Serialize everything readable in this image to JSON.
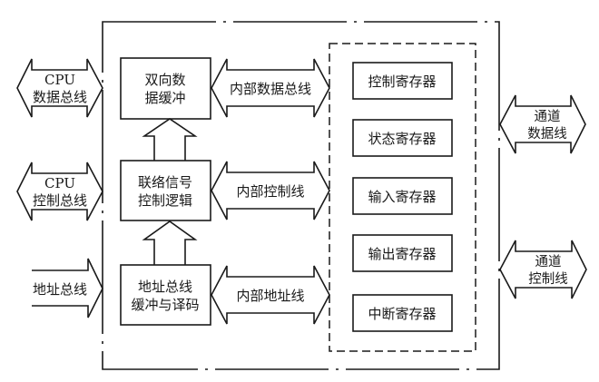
{
  "diagram": {
    "title": "",
    "outer_frame": {
      "style": "dash-dot"
    },
    "register_group": {
      "style": "dashed"
    },
    "external_buses": [
      {
        "id": "cpu-data-bus",
        "lines": [
          "CPU",
          "数据总线"
        ],
        "direction": "bidirectional"
      },
      {
        "id": "cpu-control-bus",
        "lines": [
          "CPU",
          "控制总线"
        ],
        "direction": "bidirectional"
      },
      {
        "id": "address-bus",
        "lines": [
          "地址总线"
        ],
        "direction": "inbound"
      }
    ],
    "internal_blocks": [
      {
        "id": "bidirectional-data-buffer",
        "lines": [
          "双向数",
          "据缓冲"
        ]
      },
      {
        "id": "link-signal-control-logic",
        "lines": [
          "联络信号",
          "控制逻辑"
        ]
      },
      {
        "id": "address-bus-buffer-decoder",
        "lines": [
          "地址总线",
          "缓冲与译码"
        ]
      }
    ],
    "internal_buses": [
      {
        "id": "internal-data-bus",
        "label": "内部数据总线",
        "direction": "bidirectional"
      },
      {
        "id": "internal-control-line",
        "label": "内部控制线",
        "direction": "bidirectional"
      },
      {
        "id": "internal-address-line",
        "label": "内部地址线",
        "direction": "bidirectional"
      }
    ],
    "registers": [
      {
        "id": "control-register",
        "label": "控制寄存器"
      },
      {
        "id": "status-register",
        "label": "状态寄存器"
      },
      {
        "id": "input-register",
        "label": "输入寄存器"
      },
      {
        "id": "output-register",
        "label": "输出寄存器"
      },
      {
        "id": "interrupt-register",
        "label": "中断寄存器"
      }
    ],
    "channel_buses": [
      {
        "id": "channel-data-line",
        "lines": [
          "通道",
          "数据线"
        ],
        "direction": "bidirectional"
      },
      {
        "id": "channel-control-line",
        "lines": [
          "通道",
          "控制线"
        ],
        "direction": "bidirectional"
      }
    ],
    "vertical_flows": [
      {
        "from": "address-bus-buffer-decoder",
        "to": "link-signal-control-logic"
      },
      {
        "from": "link-signal-control-logic",
        "to": "bidirectional-data-buffer"
      }
    ]
  }
}
